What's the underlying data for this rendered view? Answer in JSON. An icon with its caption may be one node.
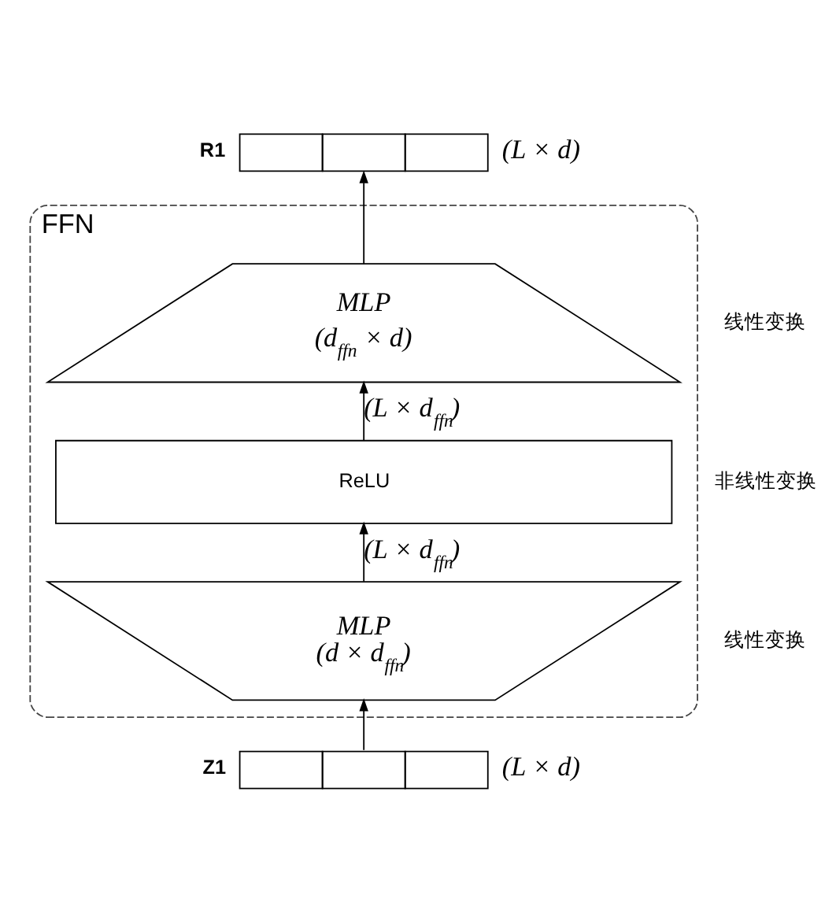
{
  "diagram": {
    "nodes": [
      {
        "text": [
          "R1"
        ],
        "beside": [
          "(L × d)"
        ]
      },
      {
        "text": [
          "FFN"
        ]
      },
      {
        "text": [
          "MLP",
          "(d$_{ffn}$ × d)"
        ],
        "in": 1,
        "beside": [
          "线性变换"
        ]
      },
      {
        "text": [
          "ReLU"
        ],
        "in": 1,
        "beside": [
          "非线性变换"
        ]
      },
      {
        "text": [
          "MLP",
          "(d × d$_{ffn}$)"
        ],
        "in": 1,
        "beside": [
          "线性变换"
        ]
      },
      {
        "text": [
          "Z1"
        ],
        "beside": [
          "(L × d)"
        ]
      }
    ],
    "edges": [
      {
        "from": 2,
        "to": 0,
        "arrow": "to"
      },
      {
        "from": 3,
        "to": 2,
        "arrow": "to",
        "label": "(L × d$_{ffn}$)"
      },
      {
        "from": 4,
        "to": 3,
        "arrow": "to",
        "label": "(L × d$_{ffn}$)"
      },
      {
        "from": 5,
        "to": 4,
        "arrow": "to"
      }
    ]
  }
}
